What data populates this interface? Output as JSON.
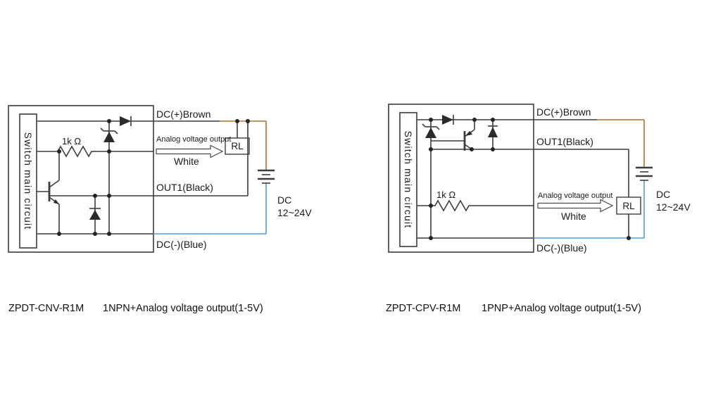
{
  "colors": {
    "wire_brown": "#b06f2e",
    "wire_blue": "#4f9bd8"
  },
  "left_diagram": {
    "switch_box_label": "Switch main circuit",
    "resistor_label": "1k Ω",
    "wire_positive_label": "DC(+)Brown",
    "wire_output_label": "OUT1(Black)",
    "wire_negative_label": "DC(-)(Blue)",
    "analog_output_label": "Analog voltage output",
    "analog_wire_color": "White",
    "load_label": "RL",
    "supply_label_line1": "DC",
    "supply_label_line2": "12~24V",
    "caption_model": "ZPDT-CNV-R1M",
    "caption_description": "1NPN+Analog voltage output(1-5V)"
  },
  "right_diagram": {
    "switch_box_label": "Switch main circuit",
    "resistor_label": "1k Ω",
    "wire_positive_label": "DC(+)Brown",
    "wire_output_label": "OUT1(Black)",
    "wire_negative_label": "DC(-)(Blue)",
    "analog_output_label": "Analog voltage output",
    "analog_wire_color": "White",
    "load_label": "RL",
    "supply_label_line1": "DC",
    "supply_label_line2": "12~24V",
    "caption_model": "ZPDT-CPV-R1M",
    "caption_description": "1PNP+Analog voltage output(1-5V)"
  }
}
